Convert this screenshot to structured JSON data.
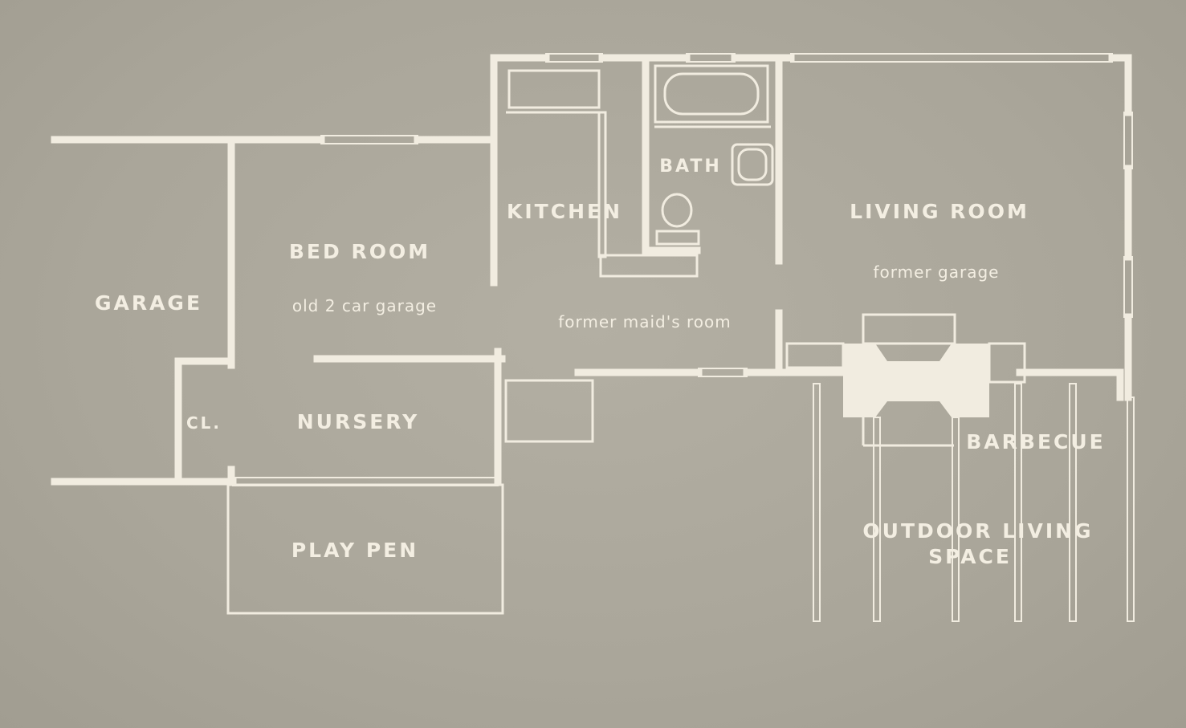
{
  "rooms": {
    "garage": "GARAGE",
    "bed_room": "BED ROOM",
    "bed_room_note": "old 2 car garage",
    "closet": "CL.",
    "nursery": "NURSERY",
    "play_pen": "PLAY PEN",
    "kitchen": "KITCHEN",
    "maids_room_note": "former maid's room",
    "bath": "BATH",
    "living_room": "LIVING ROOM",
    "living_room_note": "former garage",
    "barbecue": "BARBECUE",
    "outdoor_line1": "OUTDOOR LIVING",
    "outdoor_line2": "SPACE"
  },
  "colors": {
    "paper": "#aca89c",
    "ink": "#f1ece0"
  }
}
